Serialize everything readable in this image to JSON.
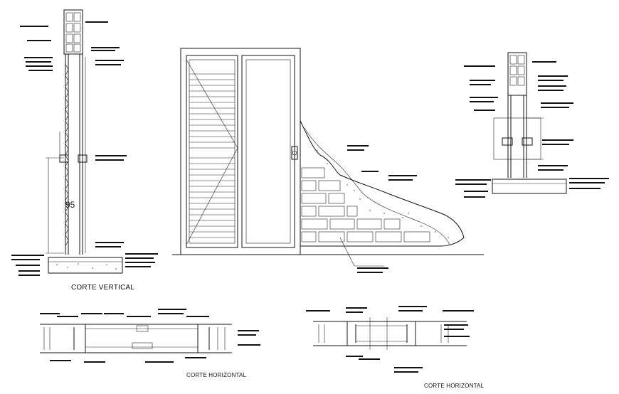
{
  "captions": {
    "vertical": "CORTE VERTICAL",
    "horizontal_left": "CORTE HORIZONTAL",
    "horizontal_right": "CORTE HORIZONTAL"
  },
  "dimension": {
    "height": "95"
  },
  "colors": {
    "line": "#111111",
    "background": "#ffffff",
    "fill_concrete": "#e6e6e6"
  }
}
